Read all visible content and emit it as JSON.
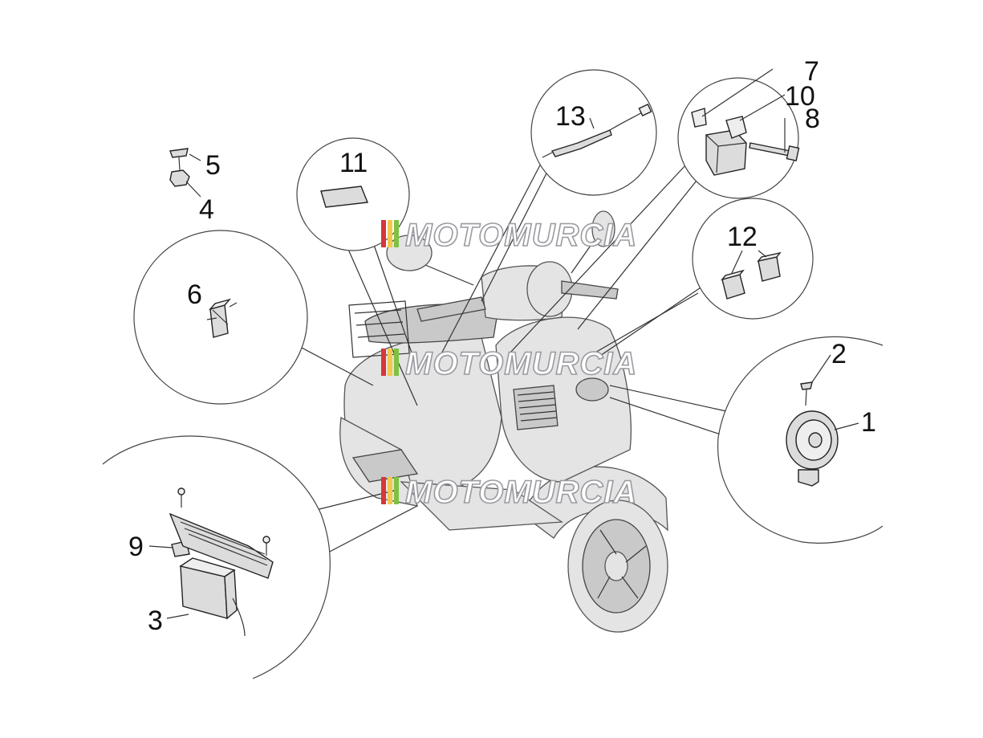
{
  "callouts": {
    "c1": "1",
    "c2": "2",
    "c3": "3",
    "c4": "4",
    "c5": "5",
    "c6": "6",
    "c7": "7",
    "c8": "8",
    "c9": "9",
    "c10": "10",
    "c11": "11",
    "c12": "12",
    "c13": "13"
  },
  "watermark": {
    "text": "MOTOMURCIA",
    "stripe_colors": [
      "#d6363c",
      "#f2c94c",
      "#7fc241"
    ]
  }
}
